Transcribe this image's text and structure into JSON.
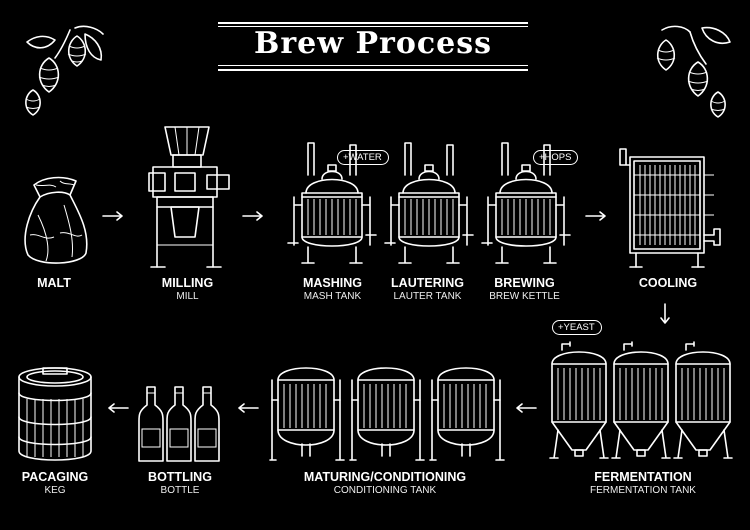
{
  "title": "Brew Process",
  "stages": [
    {
      "key": "malt",
      "label": "MALT",
      "sub": ""
    },
    {
      "key": "milling",
      "label": "MILLING",
      "sub": "MILL"
    },
    {
      "key": "mashing",
      "label": "MASHING",
      "sub": "MASH TANK",
      "tag": "+WATER"
    },
    {
      "key": "lautering",
      "label": "LAUTERING",
      "sub": "LAUTER TANK"
    },
    {
      "key": "brewing",
      "label": "BREWING",
      "sub": "BREW KETTLE",
      "tag": "+HOPS"
    },
    {
      "key": "cooling",
      "label": "COOLING",
      "sub": ""
    },
    {
      "key": "fermentation",
      "label": "Fermentation",
      "sub": "FERMENTATION TANK",
      "tag": "+YEAST"
    },
    {
      "key": "maturing",
      "label": "MATURING/CONDITIONING",
      "sub": "CONDITIONING TANK"
    },
    {
      "key": "bottling",
      "label": "BOTTLING",
      "sub": "BOTTLE"
    },
    {
      "key": "packaging",
      "label": "PACAGING",
      "sub": "KEG"
    }
  ],
  "icons": [
    "hops-icon",
    "malt-sack-icon",
    "mill-icon",
    "mash-tank-icon",
    "lauter-tank-icon",
    "brew-kettle-icon",
    "cooler-icon",
    "fermentation-tank-icon",
    "conditioning-tank-icon",
    "bottle-icon",
    "keg-icon",
    "arrow-icon"
  ],
  "colors": {
    "background": "#000000",
    "ink": "#ffffff"
  }
}
